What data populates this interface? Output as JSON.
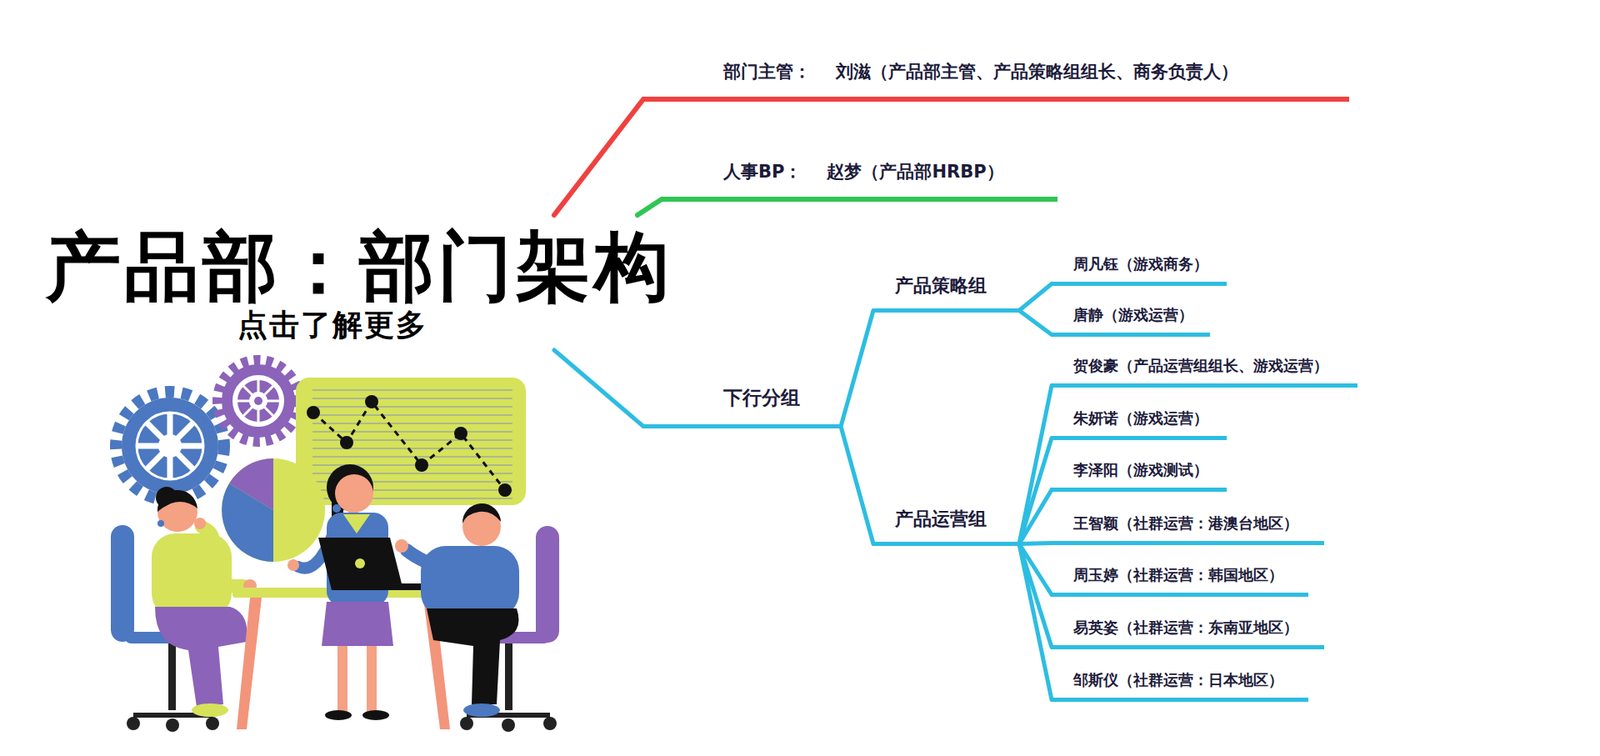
{
  "diagram": {
    "nodes": [
      {
        "text": [
          "产品部：部门架构",
          "点击了解更多"
        ]
      },
      {
        "text": [
          "部门主管：",
          "刘滋（产品部主管、产品策略组组长、商务负责人）"
        ]
      },
      {
        "text": [
          "人事BP：",
          "赵梦（产品部HRBP）"
        ]
      },
      {
        "text": [
          "下行分组"
        ]
      },
      {
        "text": [
          "产品策略组"
        ]
      },
      {
        "text": [
          "周凡钰（游戏商务）"
        ]
      },
      {
        "text": [
          "唐静（游戏运营）"
        ]
      },
      {
        "text": [
          "产品运营组"
        ]
      },
      {
        "text": [
          "贺俊豪（产品运营组组长、游戏运营）"
        ]
      },
      {
        "text": [
          "朱妍诺（游戏运营）"
        ]
      },
      {
        "text": [
          "李泽阳（游戏测试）"
        ]
      },
      {
        "text": [
          "王智颖（社群运营：港澳台地区）"
        ]
      },
      {
        "text": [
          "周玉婷（社群运营：韩国地区）"
        ]
      },
      {
        "text": [
          "易英姿（社群运营：东南亚地区）"
        ]
      },
      {
        "text": [
          "邹斯仪（社群运营：日本地区）"
        ]
      }
    ],
    "edges": [
      {
        "from": 0,
        "to": 1,
        "arrow": "none"
      },
      {
        "from": 0,
        "to": 2,
        "arrow": "none"
      },
      {
        "from": 0,
        "to": 3,
        "arrow": "none"
      },
      {
        "from": 3,
        "to": 4,
        "arrow": "none"
      },
      {
        "from": 3,
        "to": 7,
        "arrow": "none"
      },
      {
        "from": 4,
        "to": 5,
        "arrow": "none"
      },
      {
        "from": 4,
        "to": 6,
        "arrow": "none"
      },
      {
        "from": 7,
        "to": 8,
        "arrow": "none"
      },
      {
        "from": 7,
        "to": 9,
        "arrow": "none"
      },
      {
        "from": 7,
        "to": 10,
        "arrow": "none"
      },
      {
        "from": 7,
        "to": 11,
        "arrow": "none"
      },
      {
        "from": 7,
        "to": 12,
        "arrow": "none"
      },
      {
        "from": 7,
        "to": 13,
        "arrow": "none"
      },
      {
        "from": 7,
        "to": 14,
        "arrow": "none"
      }
    ]
  }
}
